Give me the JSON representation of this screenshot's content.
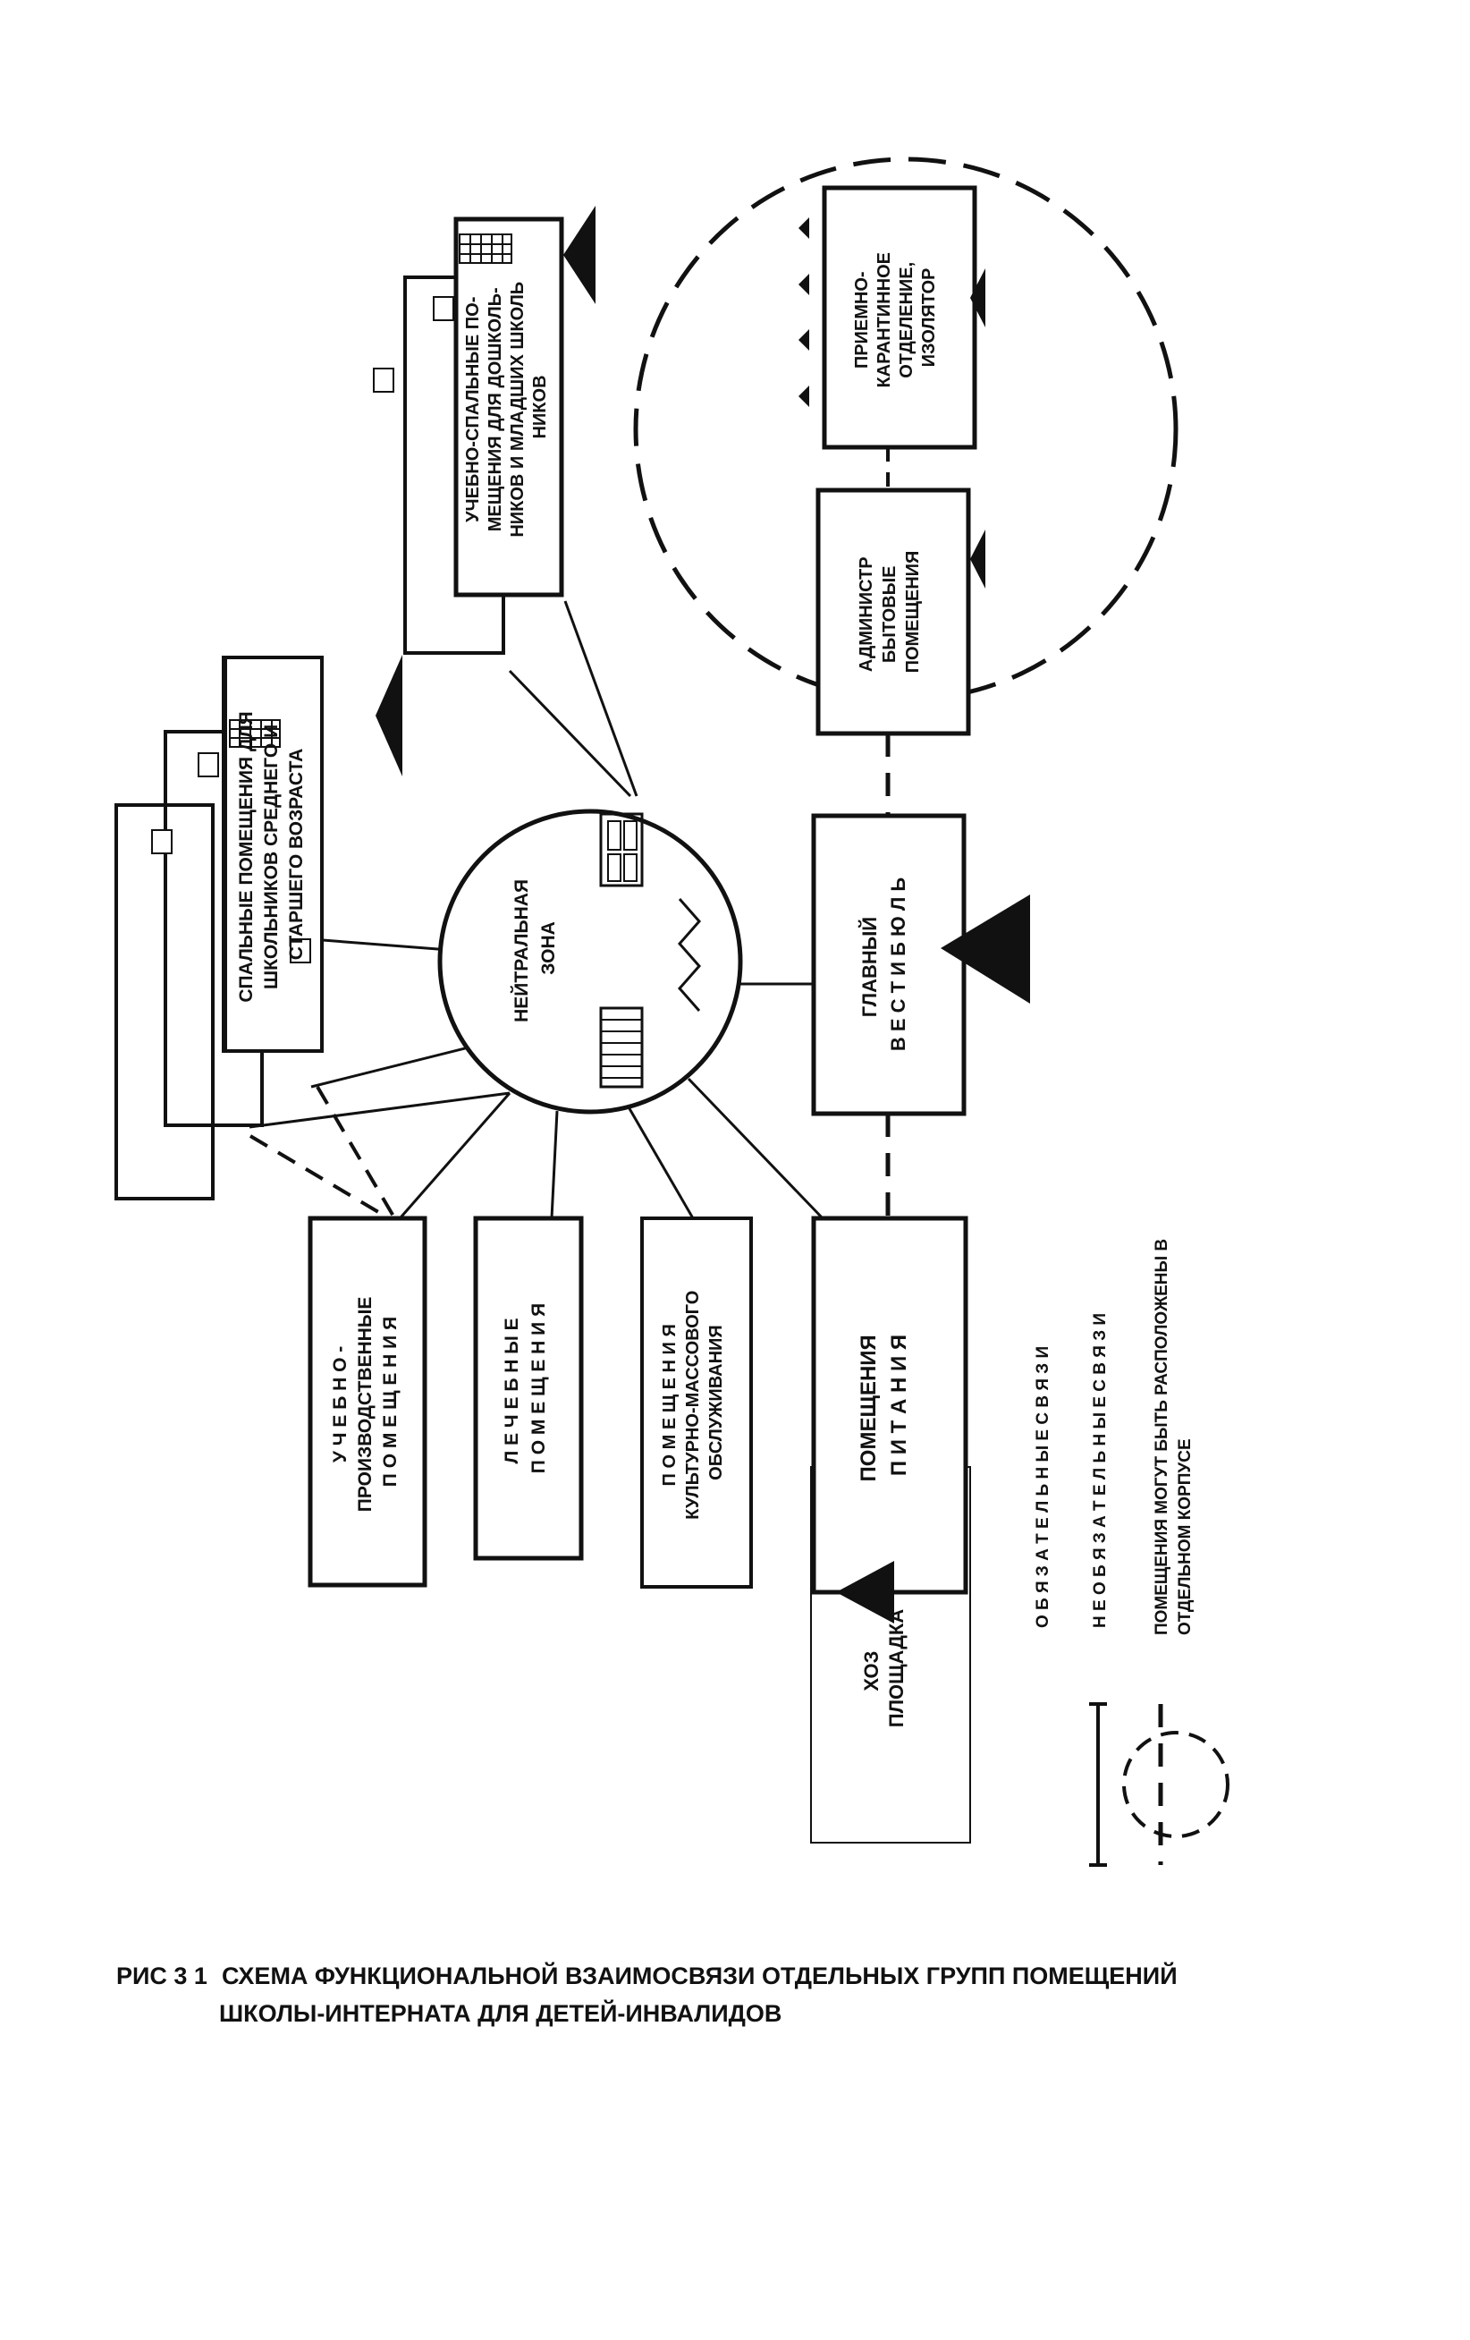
{
  "figure": {
    "number": "РИС 3 1",
    "caption_line1": "СХЕМА ФУНКЦИОНАЛЬНОЙ ВЗАИМОСВЯЗИ ОТДЕЛЬНЫХ ГРУПП ПОМЕЩЕНИЙ",
    "caption_line2": "ШКОЛЫ-ИНТЕРНАТА ДЛЯ ДЕТЕЙ-ИНВАЛИДОВ"
  },
  "nodes": {
    "hoz_ploshchadka": [
      "ХОЗ",
      "ПЛОЩАДКА"
    ],
    "pitaniya": [
      "ПОМЕЩЕНИЯ",
      "П И Т А Н И Я"
    ],
    "kulturno": [
      "П О М Е Щ Е Н И Я",
      "КУЛЬТУРНО-МАССОВОГО",
      "ОБСЛУЖИВАНИЯ"
    ],
    "lechebnye": [
      "Л Е Ч Е Б Н Ы Е",
      "П О М Е Щ Е Н И Я"
    ],
    "uchebno_proizv": [
      "У Ч Е Б Н О -",
      "ПРОИЗВОДСТВЕННЫЕ",
      "П О М Е Щ Е Н И Я"
    ],
    "spalnye_starshie": [
      "СПАЛЬНЫЕ ПОМЕЩЕНИЯ ДЛЯ",
      "ШКОЛЬНИКОВ СРЕДНЕГО И",
      "СТАРШЕГО ВОЗРАСТА"
    ],
    "neutral_zone": [
      "НЕЙТРАЛЬНАЯ",
      "ЗОНА"
    ],
    "vestibul": [
      "ГЛАВНЫЙ",
      "В Е С Т И Б Ю Л Ь"
    ],
    "uchebno_spalnye": [
      "УЧЕБНО-СПАЛЬНЫЕ ПО-",
      "МЕЩЕНИЯ ДЛЯ ДОШКОЛЬ-",
      "НИКОВ И МЛАДШИХ ШКОЛЬ",
      "НИКОВ"
    ],
    "administr": [
      "АДМИНИСТР",
      "БЫТОВЫЕ",
      "ПОМЕЩЕНИЯ"
    ],
    "priemno": [
      "ПРИЕМНО-",
      "КАРАНТИННОЕ",
      "ОТДЕЛЕНИЕ,",
      "ИЗОЛЯТОР"
    ]
  },
  "legend": {
    "mandatory": "О Б Я З А Т Е Л Ь Н Ы Е   С В Я З И",
    "optional": "Н Е О Б Я З А Т Е Л Ь Н Ы Е   С В Я З И",
    "separate_line1": "ПОМЕЩЕНИЯ МОГУТ БЫТЬ РАСПОЛОЖЕНЫ В",
    "separate_line2": "ОТДЕЛЬНОМ КОРПУСЕ"
  }
}
